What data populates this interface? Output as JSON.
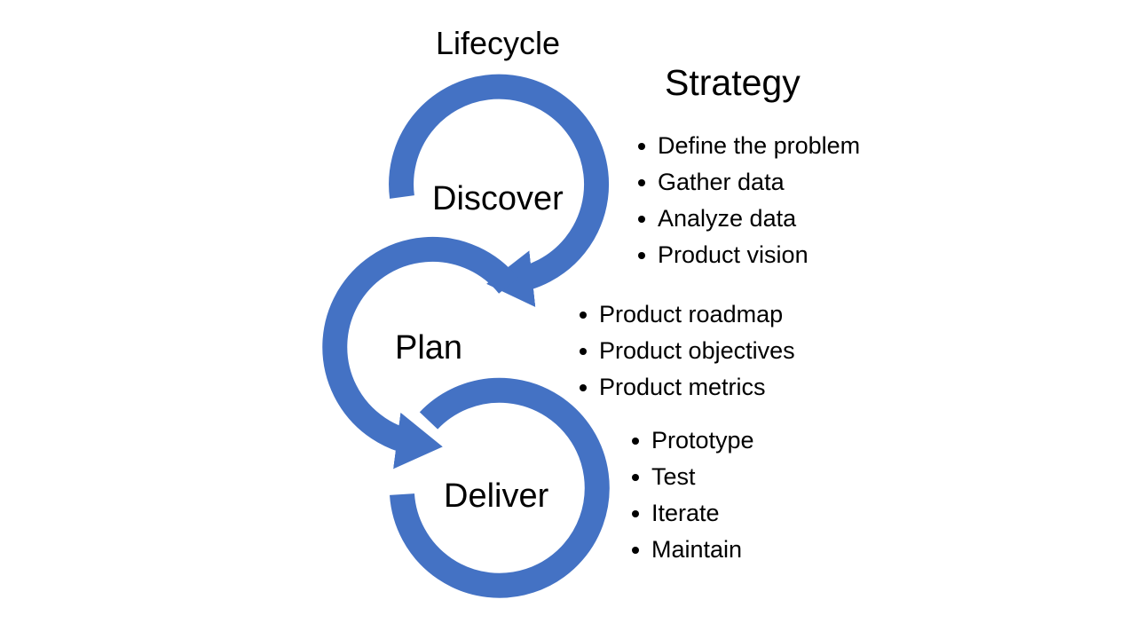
{
  "colors": {
    "arrow": "#4472c4",
    "text": "#000000",
    "background": "#ffffff"
  },
  "lifecycle_title": "Lifecycle",
  "strategy_title": "Strategy",
  "stages": {
    "discover": {
      "label": "Discover",
      "bullets": [
        "Define the problem",
        "Gather data",
        "Analyze data",
        "Product vision"
      ]
    },
    "plan": {
      "label": "Plan",
      "bullets": [
        "Product roadmap",
        "Product objectives",
        "Product metrics"
      ]
    },
    "deliver": {
      "label": "Deliver",
      "bullets": [
        "Prototype",
        "Test",
        "Iterate",
        "Maintain"
      ]
    }
  }
}
